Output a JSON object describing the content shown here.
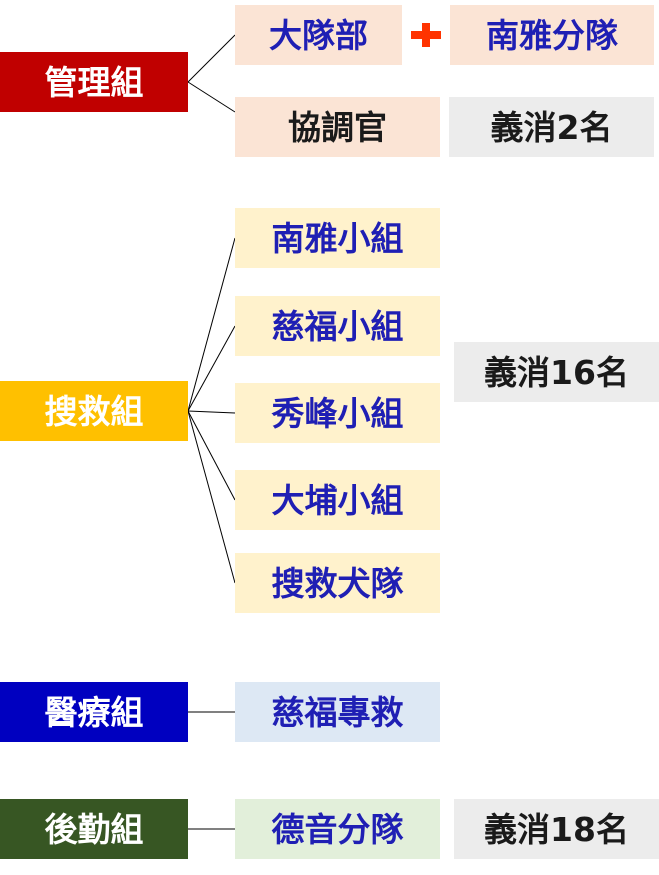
{
  "groups": {
    "management": "管理組",
    "rescue": "搜救組",
    "medical": "醫療組",
    "logistics": "後勤組"
  },
  "management": {
    "hq": "大隊部",
    "hq_partner": "南雅分隊",
    "coordinator": "協調官",
    "coordinator_volunteers": "義消2名"
  },
  "rescue": {
    "teams": [
      "南雅小組",
      "慈福小組",
      "秀峰小組",
      "大埔小組",
      "搜救犬隊"
    ],
    "volunteers": "義消16名"
  },
  "medical": {
    "team": "慈福專救"
  },
  "logistics": {
    "team": "德音分隊",
    "volunteers": "義消18名"
  },
  "colors": {
    "management": "#c00000",
    "rescue": "#ffc000",
    "medical": "#0000c0",
    "logistics": "#375623",
    "plus_icon": "#ff3300",
    "sub_text": "#1f1fb4"
  }
}
